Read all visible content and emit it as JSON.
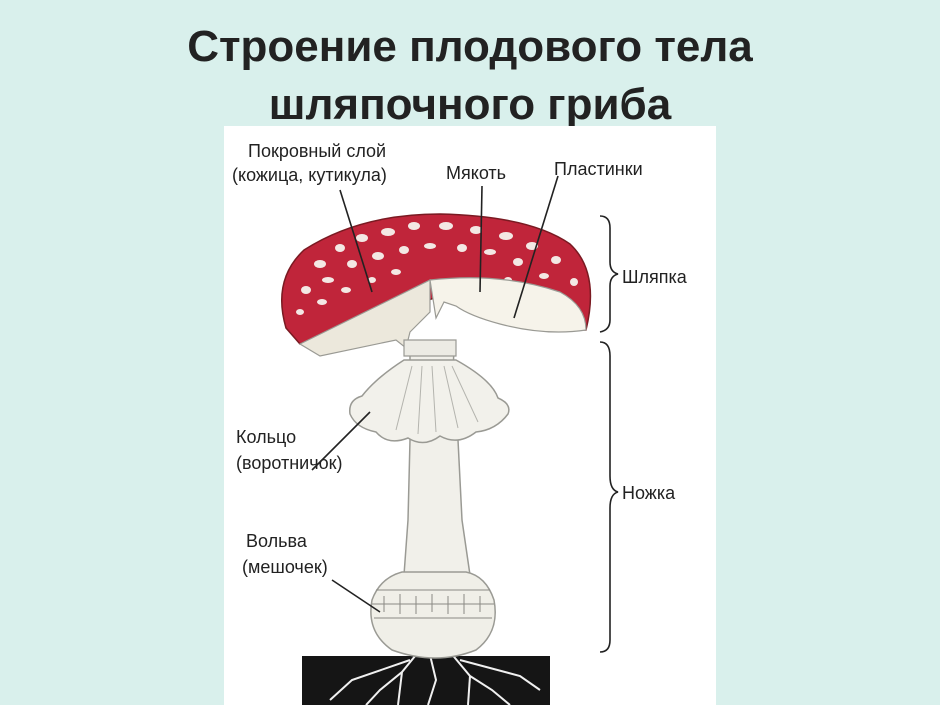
{
  "title": {
    "line1": "Строение плодового тела",
    "line2": "шляпочного гриба"
  },
  "labels": {
    "cover_layer": "Покровный слой",
    "cover_layer_note": "(кожица, кутикула)",
    "flesh": "Мякоть",
    "gills": "Пластинки",
    "cap": "Шляпка",
    "ring": "Кольцо",
    "ring_note": "(воротничок)",
    "volva": "Вольва",
    "volva_note": "(мешочек)",
    "stem": "Ножка"
  },
  "colors": {
    "background": "#d9f0ec",
    "cap_red": "#c0253a",
    "spots": "#f3e8e4",
    "flesh": "#f6f3ea",
    "soil": "#151515"
  }
}
